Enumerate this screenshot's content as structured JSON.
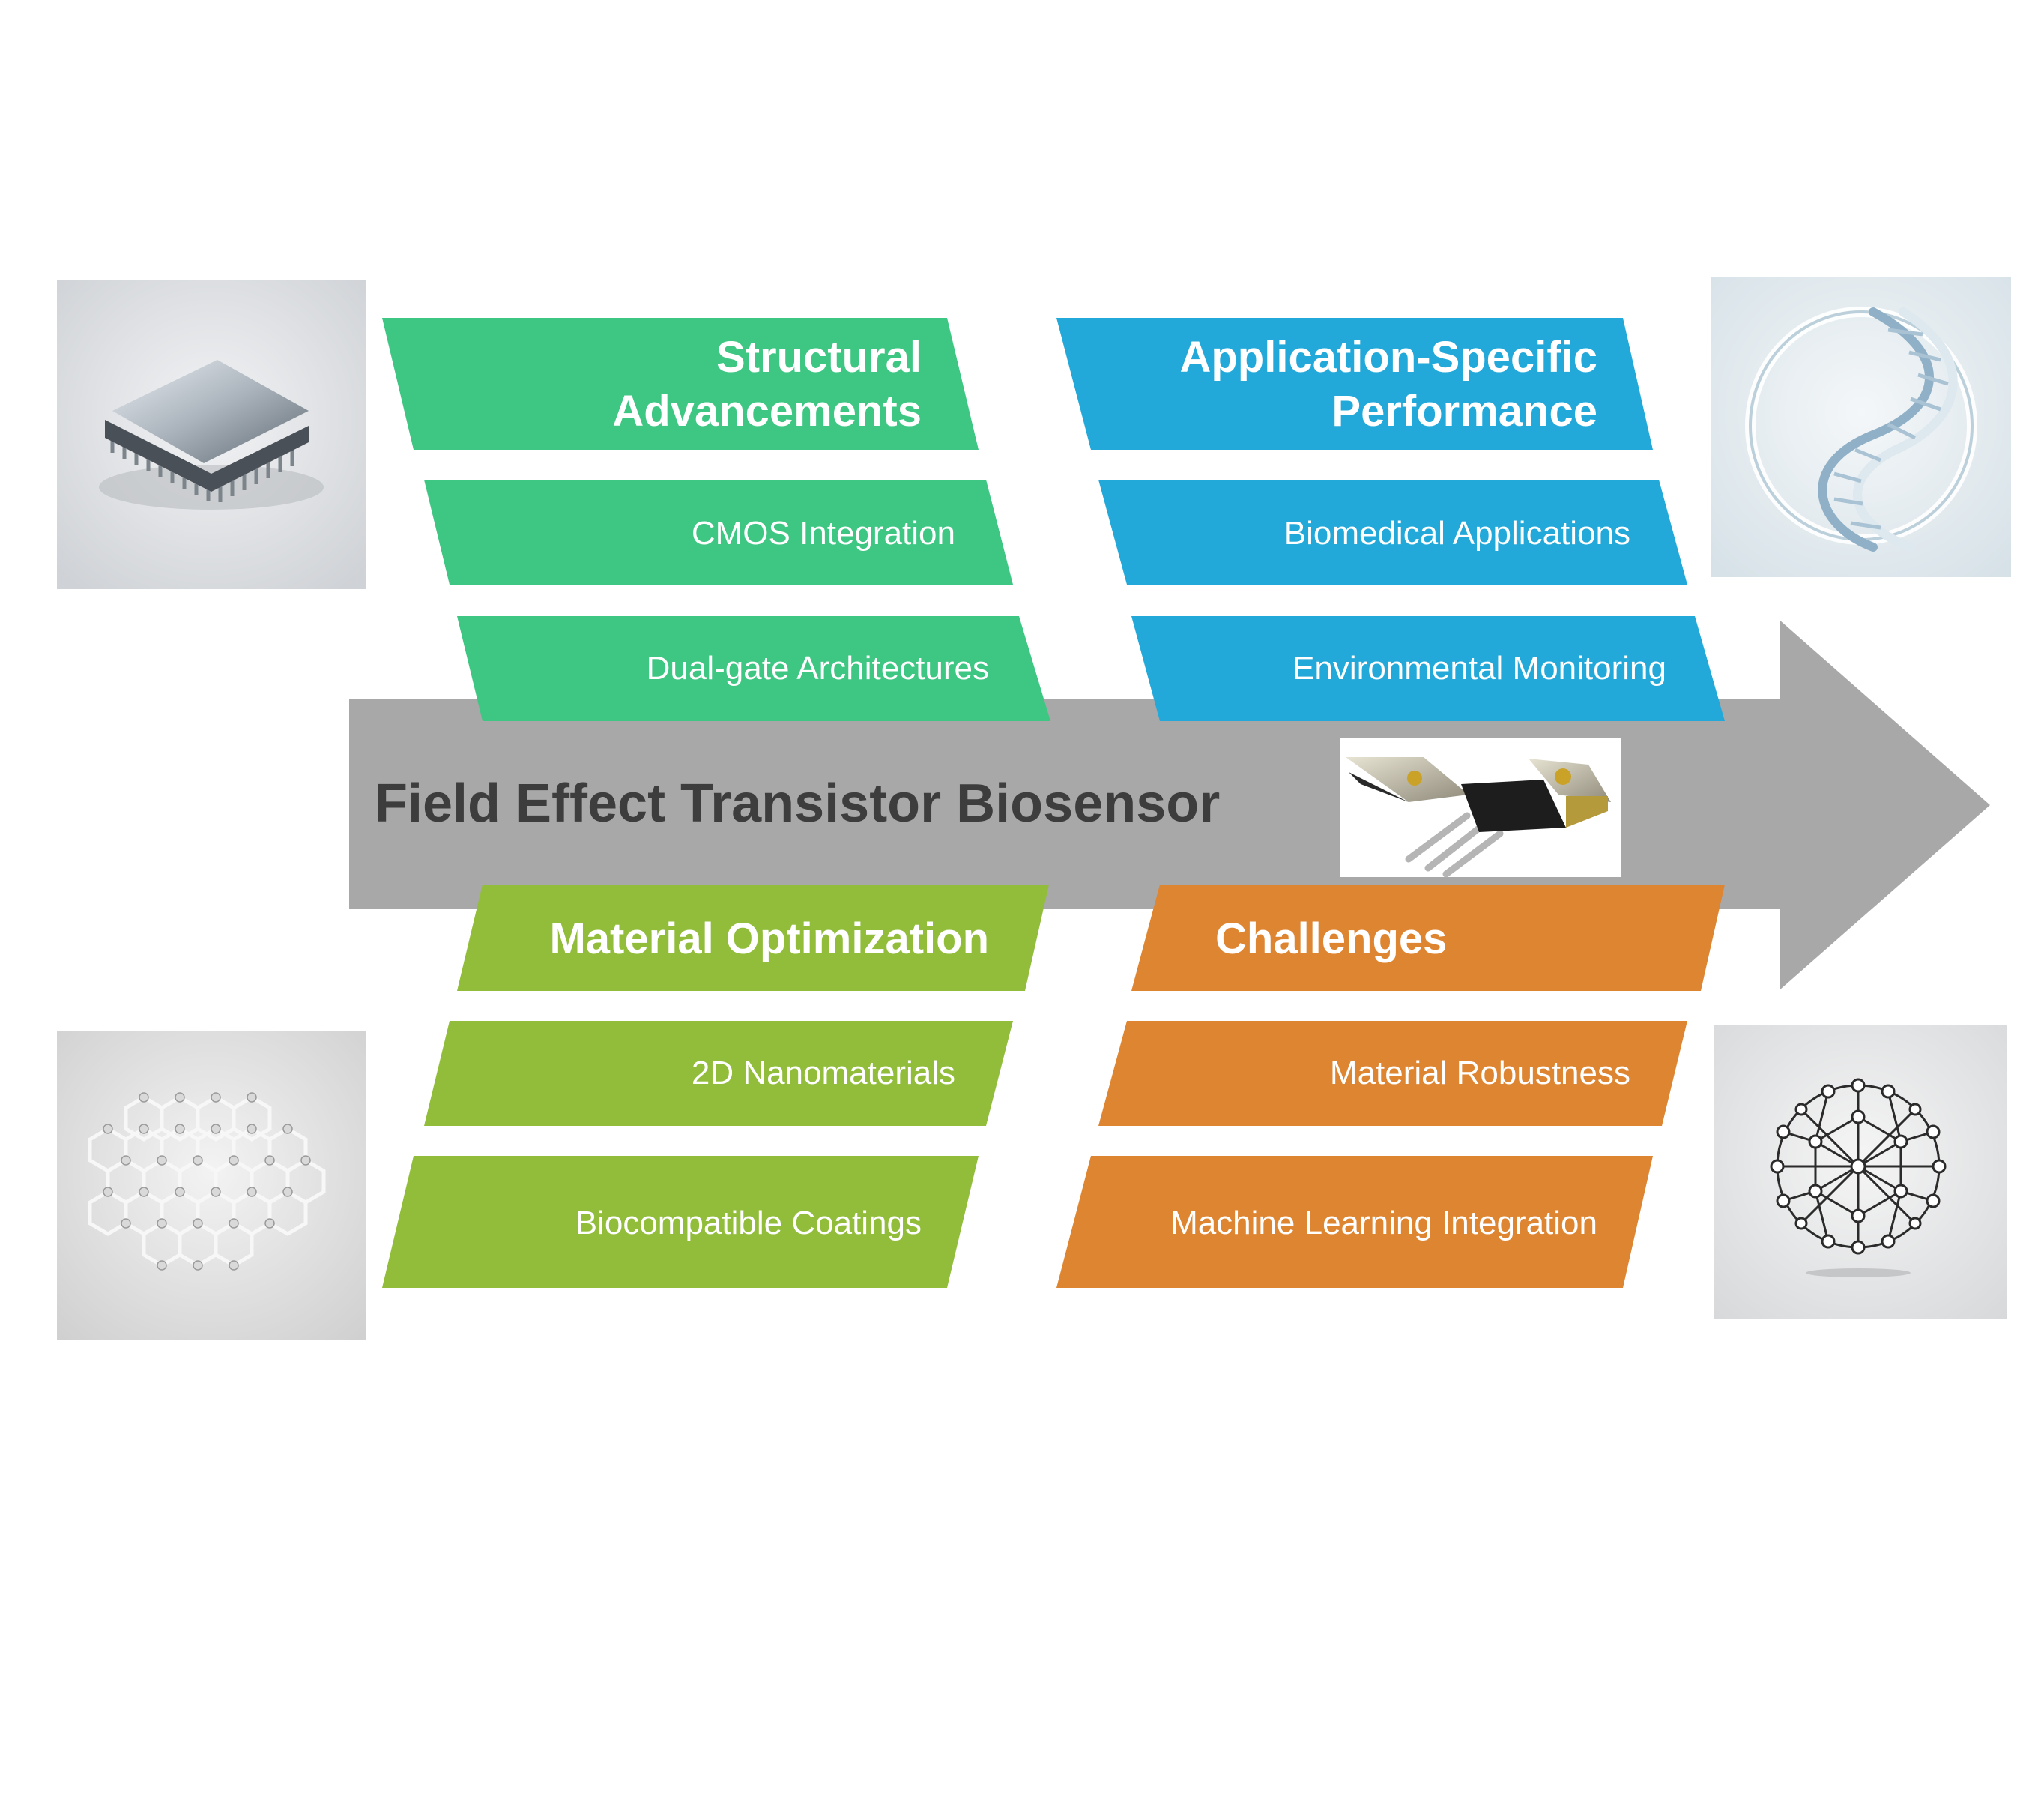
{
  "center": {
    "title": "Field Effect Transistor  Biosensor"
  },
  "colors": {
    "arrow": "#a8a8a8",
    "structural": "#3ec683",
    "application": "#22a9da",
    "material": "#91bd3b",
    "challenges": "#de8532",
    "center_text": "#3d3d3d"
  },
  "categories": {
    "structural": {
      "title_lines": [
        "Structural",
        "Advancements"
      ],
      "items": [
        "CMOS Integration",
        "Dual-gate Architectures"
      ],
      "image": "cpu-chip-image"
    },
    "application": {
      "title_lines": [
        "Application-Specific",
        "Performance"
      ],
      "items": [
        "Biomedical Applications",
        "Environmental Monitoring"
      ],
      "image": "dna-helix-image"
    },
    "material": {
      "title": "Material Optimization",
      "items": [
        "2D Nanomaterials",
        "Biocompatible Coatings"
      ],
      "image": "graphene-lattice-image"
    },
    "challenges": {
      "title": "Challenges",
      "items": [
        "Material Robustness",
        "Machine Learning Integration"
      ],
      "image": "neural-network-image"
    }
  },
  "center_image": "transistor-image"
}
